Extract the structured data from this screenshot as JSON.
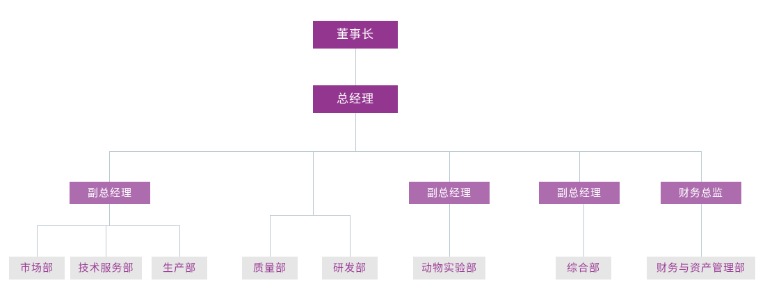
{
  "chart_title": "",
  "colors": {
    "top_node_bg": "#93368f",
    "top_node_text": "#ffffff",
    "exec_node_bg": "#ac6cae",
    "exec_node_text": "#ffffff",
    "dept_node_bg": "#e6e6e6",
    "dept_node_text": "#9b3d96",
    "connector": "#b9c8d0",
    "page_bg": "#ffffff"
  },
  "nodes": {
    "chairman": {
      "label": "董事长"
    },
    "general_manager": {
      "label": "总经理"
    },
    "exec_1": {
      "label": "副总经理"
    },
    "exec_2": {
      "label": "副总经理"
    },
    "exec_3": {
      "label": "副总经理"
    },
    "exec_4": {
      "label": "财务总监"
    },
    "dept_1": {
      "label": "市场部"
    },
    "dept_2": {
      "label": "技术服务部"
    },
    "dept_3": {
      "label": "生产部"
    },
    "dept_4": {
      "label": "质量部"
    },
    "dept_5": {
      "label": "研发部"
    },
    "dept_6": {
      "label": "动物实验部"
    },
    "dept_7": {
      "label": "综合部"
    },
    "dept_8": {
      "label": "财务与资产管理部"
    }
  }
}
